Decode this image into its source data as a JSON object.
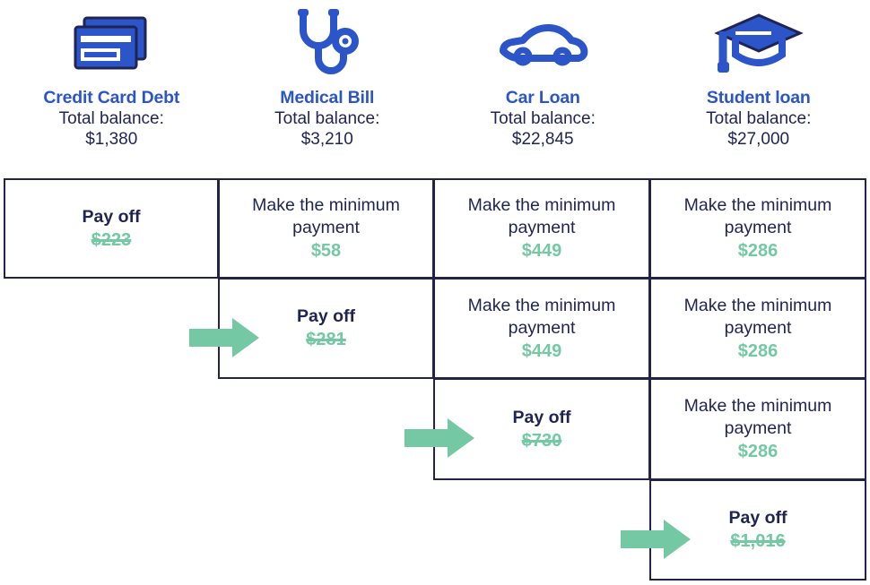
{
  "colors": {
    "title_blue": "#2B55C8",
    "navy": "#1F2452",
    "border_navy": "#232346",
    "green": "#74C8A4",
    "white": "#FFFFFF"
  },
  "debts": [
    {
      "icon": "credit-cards-icon",
      "name": "Credit Card Debt",
      "balance_label": "Total balance:",
      "balance": "$1,380"
    },
    {
      "icon": "stethoscope-icon",
      "name": "Medical Bill",
      "balance_label": "Total balance:",
      "balance": "$3,210"
    },
    {
      "icon": "car-icon",
      "name": "Car Loan",
      "balance_label": "Total balance:",
      "balance": "$22,845"
    },
    {
      "icon": "graduation-cap-icon",
      "name": "Student loan",
      "balance_label": "Total balance:",
      "balance": "$27,000"
    }
  ],
  "labels": {
    "pay_off": "Pay off",
    "minimum_payment": "Make the minimum payment"
  },
  "rows": [
    {
      "row_index": 1,
      "arrow": false,
      "cells": [
        {
          "column": "Credit Card Debt",
          "type": "payoff",
          "action": "Pay off",
          "amount": "$223",
          "struck": true
        },
        {
          "column": "Medical Bill",
          "type": "minimum",
          "action": "Make the minimum payment",
          "amount": "$58",
          "struck": false
        },
        {
          "column": "Car Loan",
          "type": "minimum",
          "action": "Make the minimum payment",
          "amount": "$449",
          "struck": false
        },
        {
          "column": "Student loan",
          "type": "minimum",
          "action": "Make the minimum payment",
          "amount": "$286",
          "struck": false
        }
      ]
    },
    {
      "row_index": 2,
      "arrow": true,
      "cells": [
        {
          "column": "Medical Bill",
          "type": "payoff",
          "action": "Pay off",
          "amount": "$281",
          "struck": true
        },
        {
          "column": "Car Loan",
          "type": "minimum",
          "action": "Make the minimum payment",
          "amount": "$449",
          "struck": false
        },
        {
          "column": "Student loan",
          "type": "minimum",
          "action": "Make the minimum payment",
          "amount": "$286",
          "struck": false
        }
      ]
    },
    {
      "row_index": 3,
      "arrow": true,
      "cells": [
        {
          "column": "Car Loan",
          "type": "payoff",
          "action": "Pay off",
          "amount": "$730",
          "struck": true
        },
        {
          "column": "Student loan",
          "type": "minimum",
          "action": "Make the minimum payment",
          "amount": "$286",
          "struck": false
        }
      ]
    },
    {
      "row_index": 4,
      "arrow": true,
      "cells": [
        {
          "column": "Student loan",
          "type": "payoff",
          "action": "Pay off",
          "amount": "$1,016",
          "struck": true
        }
      ]
    }
  ]
}
